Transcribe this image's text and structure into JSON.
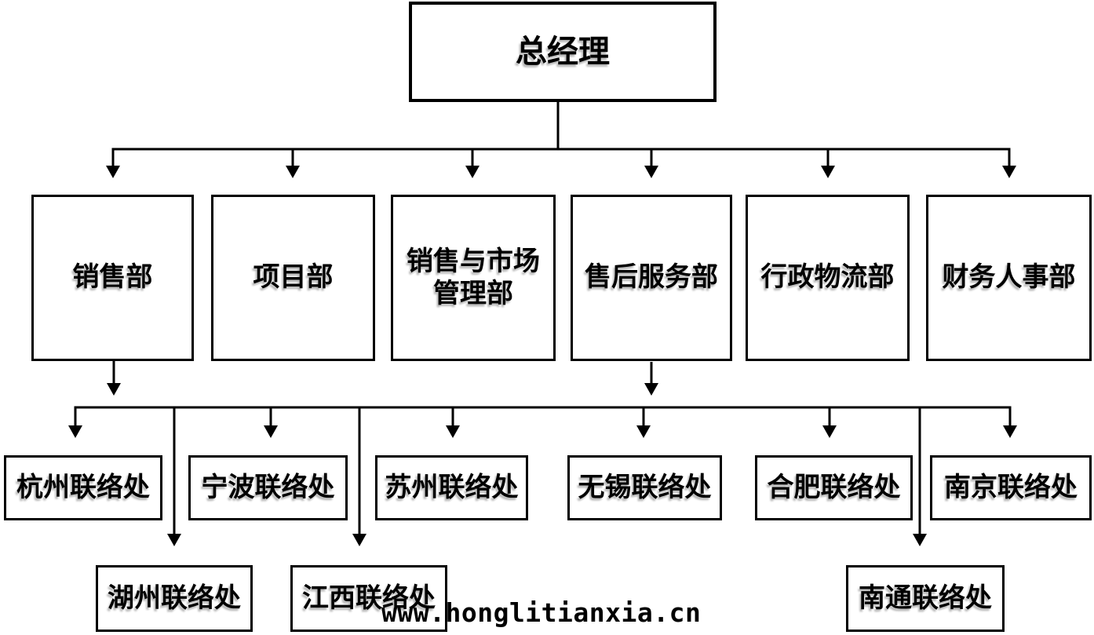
{
  "org": {
    "root": {
      "label": "总经理"
    },
    "departments": [
      {
        "label": "销售部"
      },
      {
        "label": "项目部"
      },
      {
        "label": "销售与市场管理部"
      },
      {
        "label": "售后服务部"
      },
      {
        "label": "行政物流部"
      },
      {
        "label": "财务人事部"
      }
    ],
    "offices": [
      {
        "label": "杭州联络处"
      },
      {
        "label": "宁波联络处"
      },
      {
        "label": "苏州联络处"
      },
      {
        "label": "无锡联络处"
      },
      {
        "label": "合肥联络处"
      },
      {
        "label": "南京联络处"
      }
    ],
    "sub_offices": [
      {
        "label": "湖州联络处"
      },
      {
        "label": "江西联络处"
      },
      {
        "label": "南通联络处"
      }
    ]
  },
  "watermark": {
    "text": "www.honglitianxia.cn"
  },
  "colors": {
    "line": "#000000",
    "box_border": "#000000",
    "box_bg": "#ffffff",
    "text": "#000000"
  }
}
